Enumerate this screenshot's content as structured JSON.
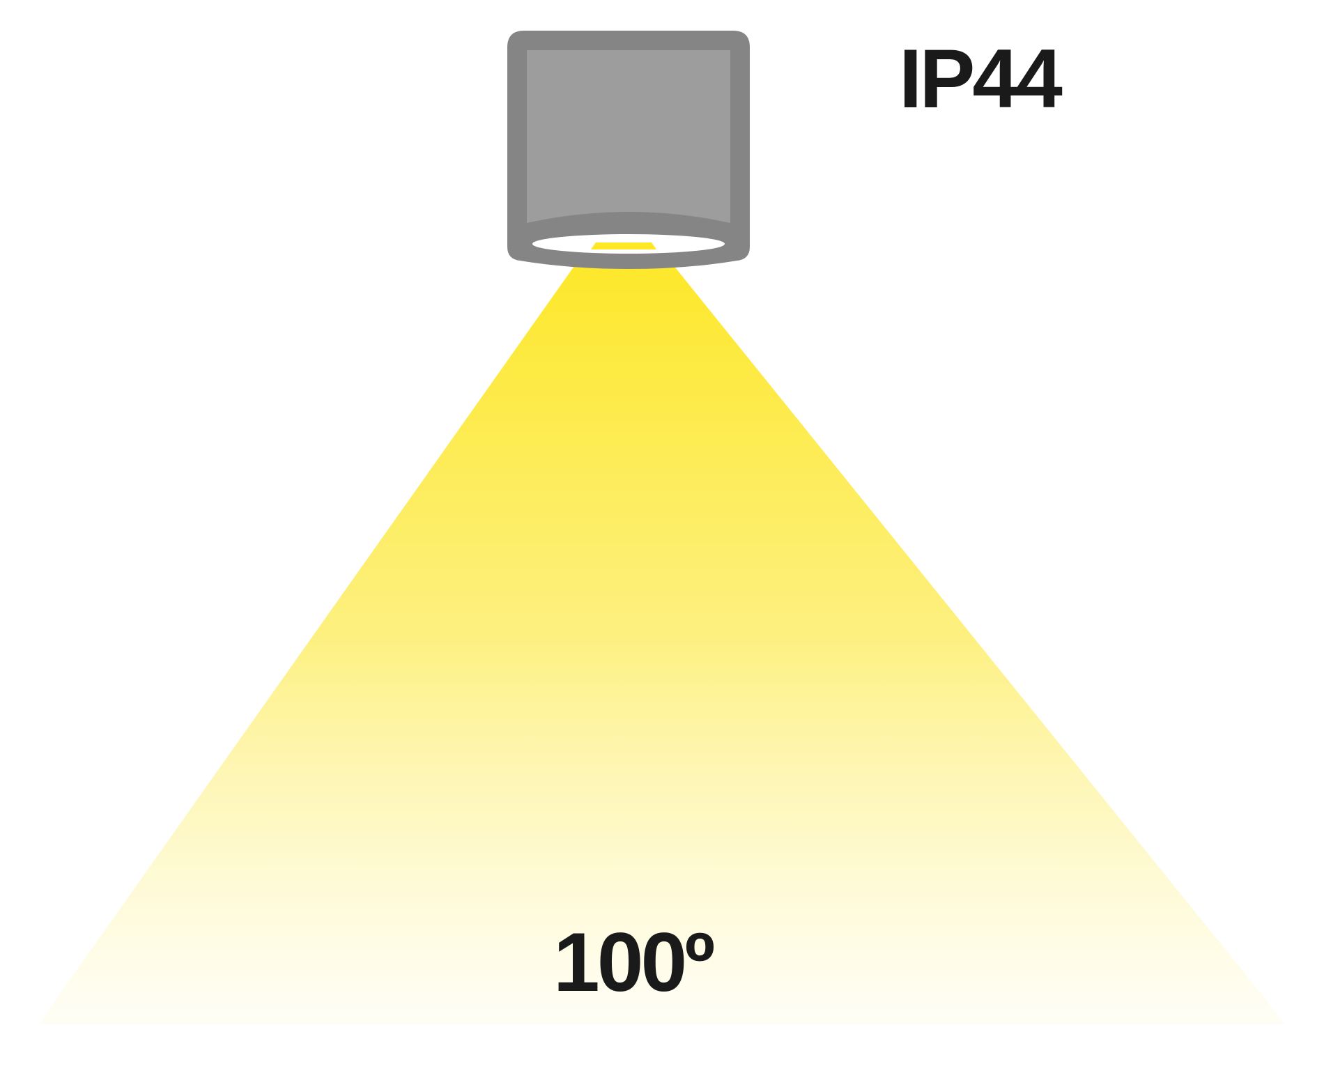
{
  "rating_label": "IP44",
  "beam_angle_label": "100º",
  "colors": {
    "housing_outer": "#858585",
    "housing_inner": "#9d9d9d",
    "lens_ring": "#ffffff",
    "beam_top": "#fde726",
    "beam_bottom": "#fffdf0",
    "text": "#1a1a1a"
  },
  "icons": {
    "fixture": "ceiling-spotlight-icon",
    "beam": "light-beam-cone"
  }
}
